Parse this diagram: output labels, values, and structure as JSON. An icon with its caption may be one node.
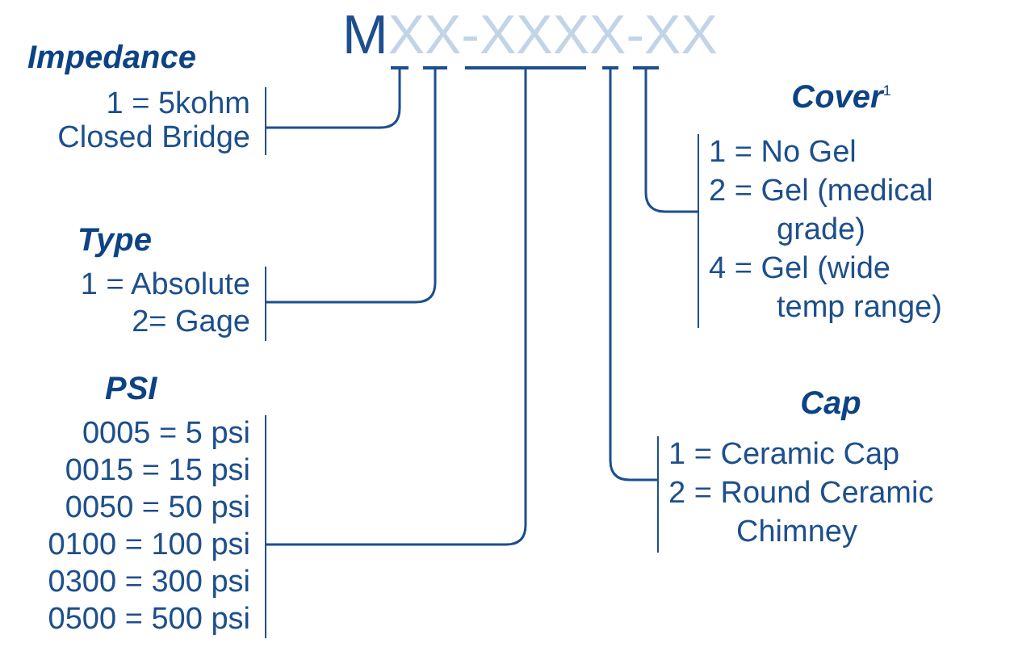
{
  "diagram": {
    "nodes": [
      {
        "text": [
          "Impedance",
          "1 = 5kohm Closed Bridge"
        ]
      },
      {
        "text": [
          "Type",
          "1 = Absolute",
          "2= Gage"
        ]
      },
      {
        "text": [
          "PSI",
          "0005 = 5 psi",
          "0015 = 15 psi",
          "0050 = 50 psi",
          "0100 = 100 psi",
          "0300 = 300 psi",
          "0500 = 500 psi"
        ]
      },
      {
        "text": [
          "Cover$^{1}$",
          "1 = No Gel",
          "2 = Gel (medical grade)",
          "4 = Gel (wide temp range)"
        ]
      },
      {
        "text": [
          "Cap",
          "1 = Ceramic Cap",
          "2 = Round Ceramic Chimney"
        ]
      },
      {
        "text": [],
        "shape": "bar"
      },
      {
        "text": [],
        "shape": "bar"
      },
      {
        "text": [],
        "shape": "bar"
      },
      {
        "text": [],
        "shape": "bar"
      },
      {
        "text": [],
        "shape": "bar"
      }
    ],
    "edges": [
      {
        "from": 5,
        "to": 0,
        "arrow": "none"
      },
      {
        "from": 6,
        "to": 1,
        "arrow": "none"
      },
      {
        "from": 7,
        "to": 2,
        "arrow": "none"
      },
      {
        "from": 8,
        "to": 4,
        "arrow": "none"
      },
      {
        "from": 9,
        "to": 3,
        "arrow": "none"
      }
    ],
    "labels": [
      "M",
      "XX-XXXX-XX"
    ]
  }
}
